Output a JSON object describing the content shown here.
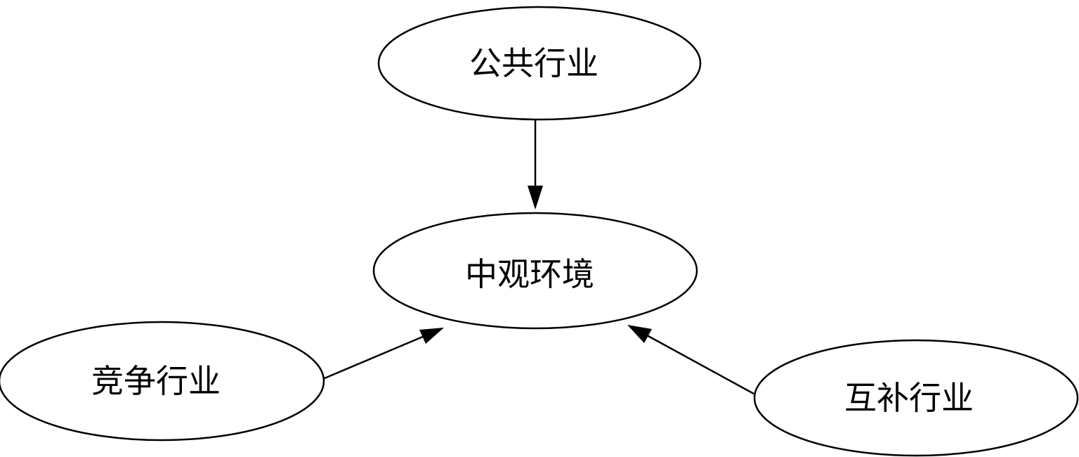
{
  "diagram": {
    "nodes": [
      {
        "id": "public",
        "label": "公共行业"
      },
      {
        "id": "meso",
        "label": "中观环境"
      },
      {
        "id": "competitive",
        "label": "竞争行业"
      },
      {
        "id": "complementary",
        "label": "互补行业"
      }
    ],
    "edges": [
      {
        "from": "public",
        "to": "meso"
      },
      {
        "from": "competitive",
        "to": "meso"
      },
      {
        "from": "complementary",
        "to": "meso"
      }
    ]
  }
}
